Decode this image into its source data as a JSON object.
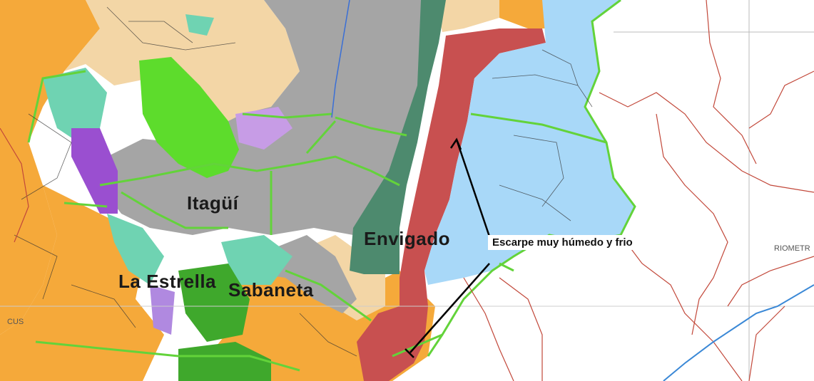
{
  "labels": {
    "itagui": "Itagüí",
    "envigado": "Envigado",
    "la_estrella": "La Estrella",
    "sabaneta": "Sabaneta"
  },
  "annotation": {
    "text": "Escarpe muy húmedo y frio"
  },
  "edge_labels": {
    "right": "RIOMETR",
    "left": "CUS"
  },
  "colors": {
    "orange": "#f5a93a",
    "peach": "#f3d6a6",
    "gray": "#a5a5a5",
    "light_blue": "#a8d8f8",
    "green": "#5ddc2c",
    "dark_green": "#4d8a6e",
    "brick_red": "#c85050",
    "teal": "#6fd3b2",
    "purple": "#9a4fd0",
    "road_green": "#63d33a",
    "road_red": "#c2483a"
  }
}
